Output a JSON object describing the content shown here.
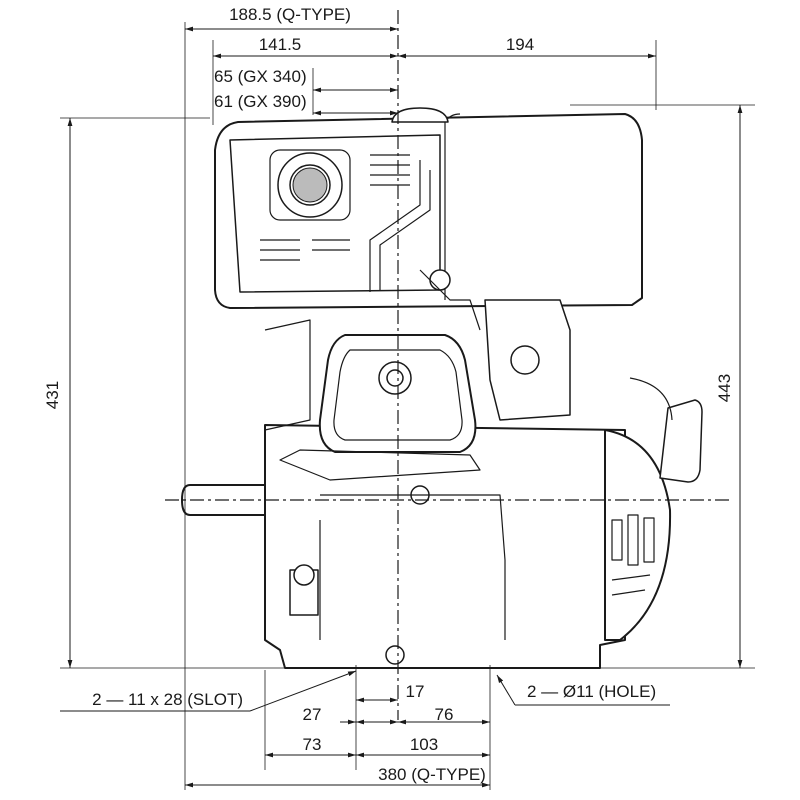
{
  "dimensions": {
    "width_q_type_top": "188.5 (Q-TYPE)",
    "width_141_5": "141.5",
    "width_gx340": "65 (GX 340)",
    "width_gx390": "61 (GX 390)",
    "width_194": "194",
    "height_left": "431",
    "height_right": "443",
    "slot_callout": "2 — 11 x 28 (SLOT)",
    "hole_callout": "2 — Ø11 (HOLE)",
    "bottom_17": "17",
    "bottom_27": "27",
    "bottom_76": "76",
    "bottom_73": "73",
    "bottom_103": "103",
    "bottom_q_type": "380 (Q-TYPE)"
  },
  "colors": {
    "line": "#1a1a1a",
    "background": "#ffffff"
  }
}
